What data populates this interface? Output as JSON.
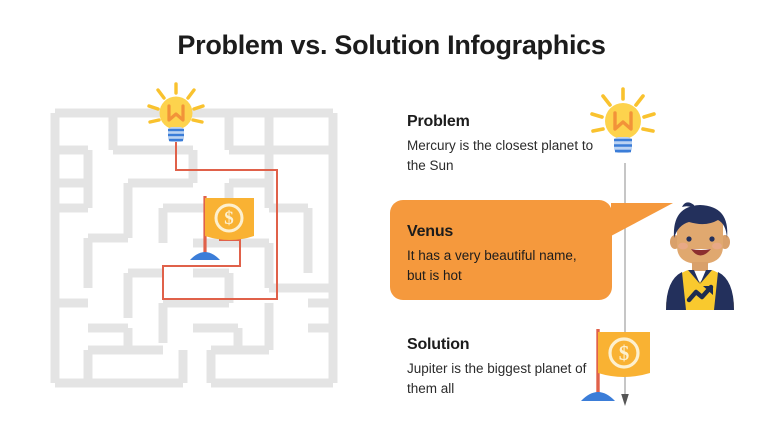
{
  "slide": {
    "title": "Problem vs. Solution Infographics",
    "background_color": "#ffffff"
  },
  "colors": {
    "accent_orange": "#f5993d",
    "icon_yellow": "#f9c22e",
    "icon_yellow_light": "#fdd34d",
    "icon_blue": "#3b7dd8",
    "maze_gray": "#e4e4e4",
    "path_red": "#e0614a",
    "text_dark": "#1c1c1c",
    "hair_navy": "#23305c",
    "skin": "#d9a06a",
    "connector_gray": "#b8b8b8"
  },
  "blocks": [
    {
      "key": "problem",
      "heading": "Problem",
      "body": "Mercury is the closest planet to the Sun",
      "style": "plain"
    },
    {
      "key": "venus",
      "heading": "Venus",
      "body": "It has a very beautiful name, but is hot",
      "style": "callout"
    },
    {
      "key": "solution",
      "heading": "Solution",
      "body": "Jupiter is the biggest planet of them all",
      "style": "plain"
    }
  ],
  "icons": {
    "maze": "maze-icon",
    "lightbulb": "lightbulb-icon",
    "money_flag": "money-flag-icon",
    "person": "person-avatar-icon",
    "arrow_down": "arrow-down-icon",
    "dollar_sign": "$"
  }
}
